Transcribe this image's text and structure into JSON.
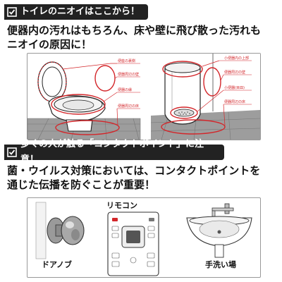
{
  "section1": {
    "heading": "トイレのニオイはここから！",
    "paragraph_lines": [
      "便器内の汚れはもちろん、床や壁に飛び散った汚れも",
      "ニオイの原因に！"
    ],
    "toilet_labels": [
      "便座の裏側",
      "便器周辺の壁",
      "便器の縁",
      "便器周辺の床"
    ],
    "urinal_labels": [
      "小便器内の上部",
      "便器周辺の壁",
      "小便器(目皿)",
      "便器周辺の床"
    ]
  },
  "section2": {
    "heading": "多くの人が触る「コンタクトポイント」に注意！",
    "paragraph_lines": [
      "菌・ウイルス対策においては、コンタクトポイントを",
      "通じた伝播を防ぐことが重要！"
    ],
    "items": {
      "doorknob": "ドアノブ",
      "remote": "リモコン",
      "sink": "手洗い場"
    }
  },
  "colors": {
    "banner_bg": "#222222",
    "accent_red": "#d3262a",
    "tile": "#8a8a8a"
  }
}
